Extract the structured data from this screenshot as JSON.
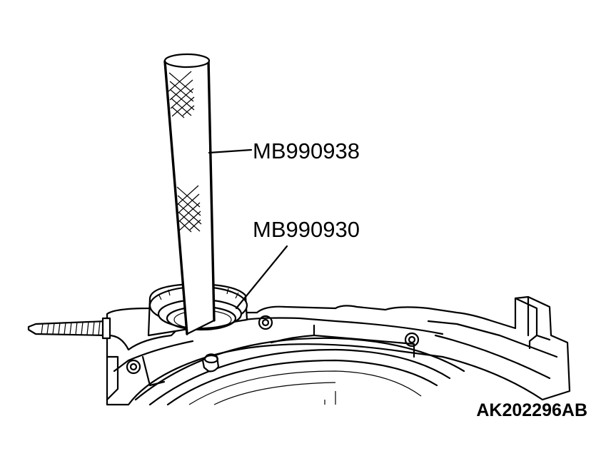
{
  "labels": {
    "tool_upper": "MB990938",
    "tool_lower": "MB990930",
    "figure_code": "AK202296AB"
  }
}
